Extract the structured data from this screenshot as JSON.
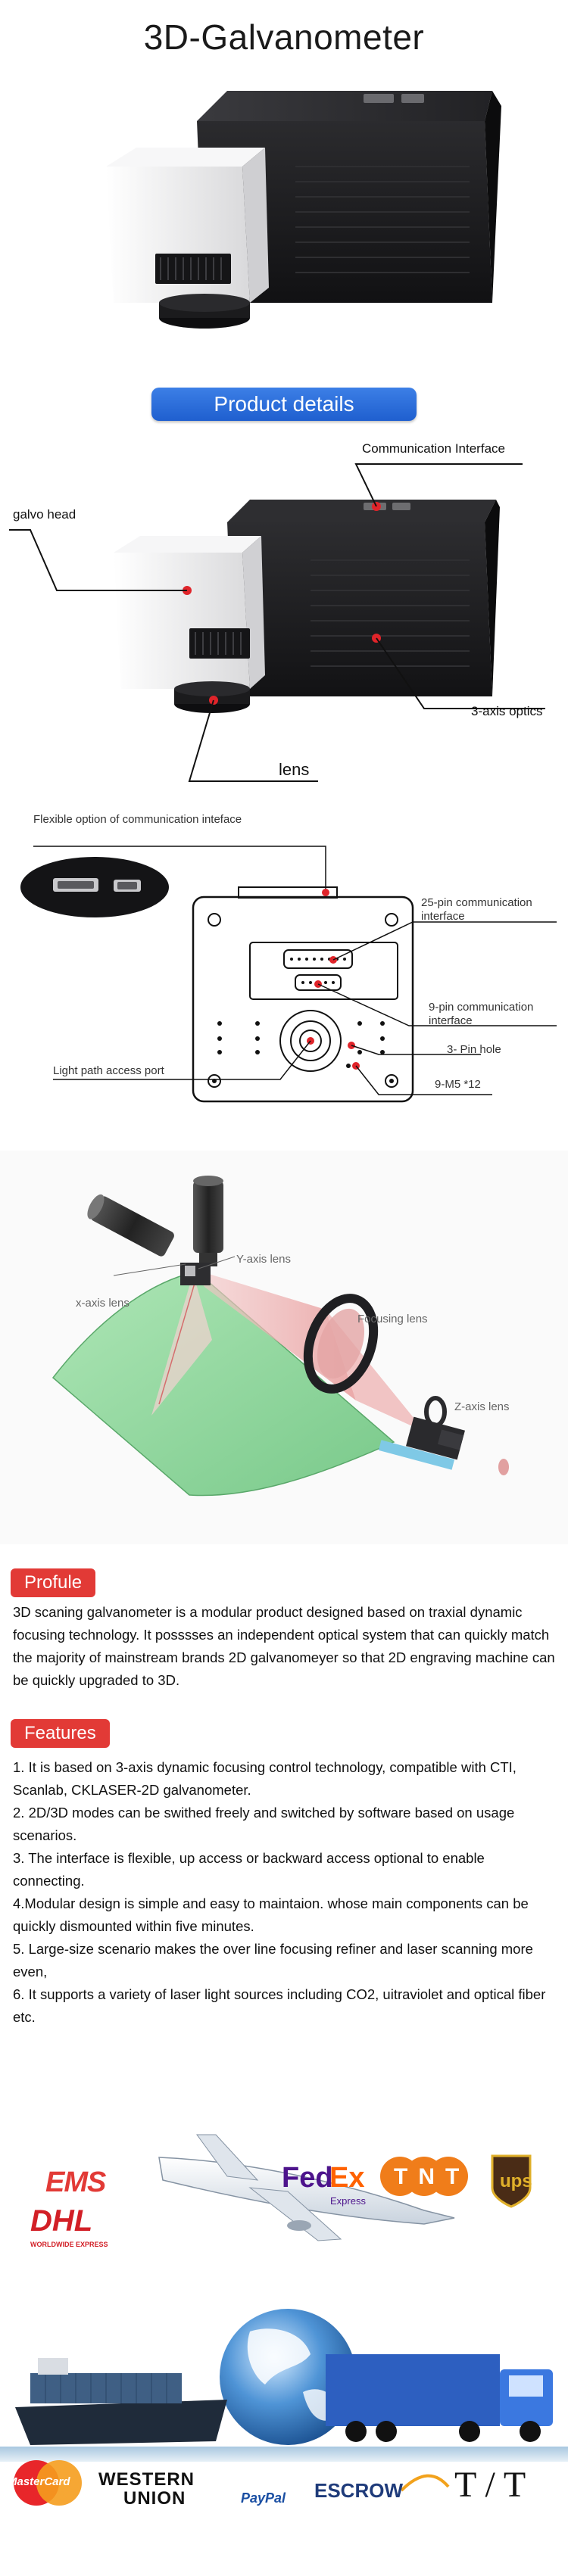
{
  "title": "3D-Galvanometer",
  "banner": {
    "label": "Product details"
  },
  "callouts": {
    "communication_interface": "Communication Interface",
    "galvo_head": "galvo head",
    "axis_optics": "3-axis optics",
    "lens": "lens"
  },
  "diagram": {
    "flexible_option": "Flexible option of communication inteface",
    "pin25": "25-pin communication interface",
    "pin9": "9-pin communication interface",
    "pin_hole": "3- Pin hole",
    "m5": "9-M5 *12",
    "light_path": "Light path access port"
  },
  "optics": {
    "y_axis": "Y-axis lens",
    "x_axis": "x-axis lens",
    "focusing": "Focusing lens",
    "z_axis": "Z-axis lens"
  },
  "profile": {
    "heading": "Profule",
    "text": "3D scaning galvanometer is a modular product designed based on traxial dynamic focusing technology. It posssses an independent optical system that can quickly match the majority of mainstream brands 2D galvanomeyer so that 2D engraving machine can be quickly upgraded to 3D."
  },
  "features": {
    "heading": "Features",
    "items": [
      "1. It is based on 3-axis dynamic focusing control technology, compatible with CTI, Scanlab, CKLASER-2D galvanometer.",
      "2. 2D/3D modes can be swithed freely and switched by software based on usage scenarios.",
      "3. The interface is flexible, up access or backward access optional to enable connecting.",
      "4.Modular design is simple and easy to maintaion. whose main components can be quickly dismounted within five minutes.",
      "5. Large-size scenario makes the over line focusing refiner and laser scanning more even,",
      "6. It supports a variety of laser light sources including CO2, uitraviolet and optical fiber etc."
    ]
  },
  "logos": {
    "ems": "EMS",
    "dhl": "DHL",
    "dhl_sub": "WORLDWIDE EXPRESS",
    "fedex_fed": "Fed",
    "fedex_ex": "Ex",
    "fedex_sub": "Express",
    "tnt": "TNT",
    "ups": "ups",
    "mastercard": "MasterCard",
    "western": "WESTERN",
    "union": "UNION",
    "paypal": "PayPal",
    "escrow": "ESCROW",
    "tt": "T / T"
  },
  "colors": {
    "banner_blue": "#2a6fdc",
    "tag_red": "#e23a36",
    "device_black": "#1d1d1f",
    "head_white": "#f2f2f2"
  }
}
